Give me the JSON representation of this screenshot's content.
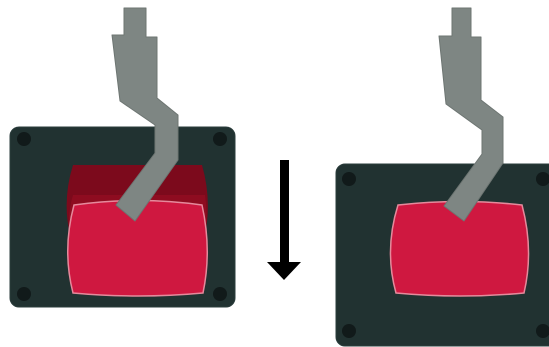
{
  "diagram": {
    "panels": [
      {
        "id": "before",
        "components": [
          "mounting-plate",
          "bolt",
          "cavity",
          "plunger",
          "arm"
        ]
      },
      {
        "id": "after",
        "components": [
          "mounting-plate",
          "bolt",
          "cavity",
          "plunger",
          "arm"
        ]
      }
    ],
    "arrow": {
      "direction": "down",
      "icon": "arrow-down-icon"
    }
  },
  "colors": {
    "background": "#ffffff",
    "plate": "#213231",
    "plate_edge": "#2b3d3c",
    "bolt": "#111a1a",
    "cavity_dark": "#7c0a1c",
    "cavity_mid": "#9d0f25",
    "plunger": "#cf1840",
    "plunger_edge": "#e58a9c",
    "arm": "#7e8683",
    "arm_shadow": "#6d7572",
    "arrow": "#000000"
  }
}
